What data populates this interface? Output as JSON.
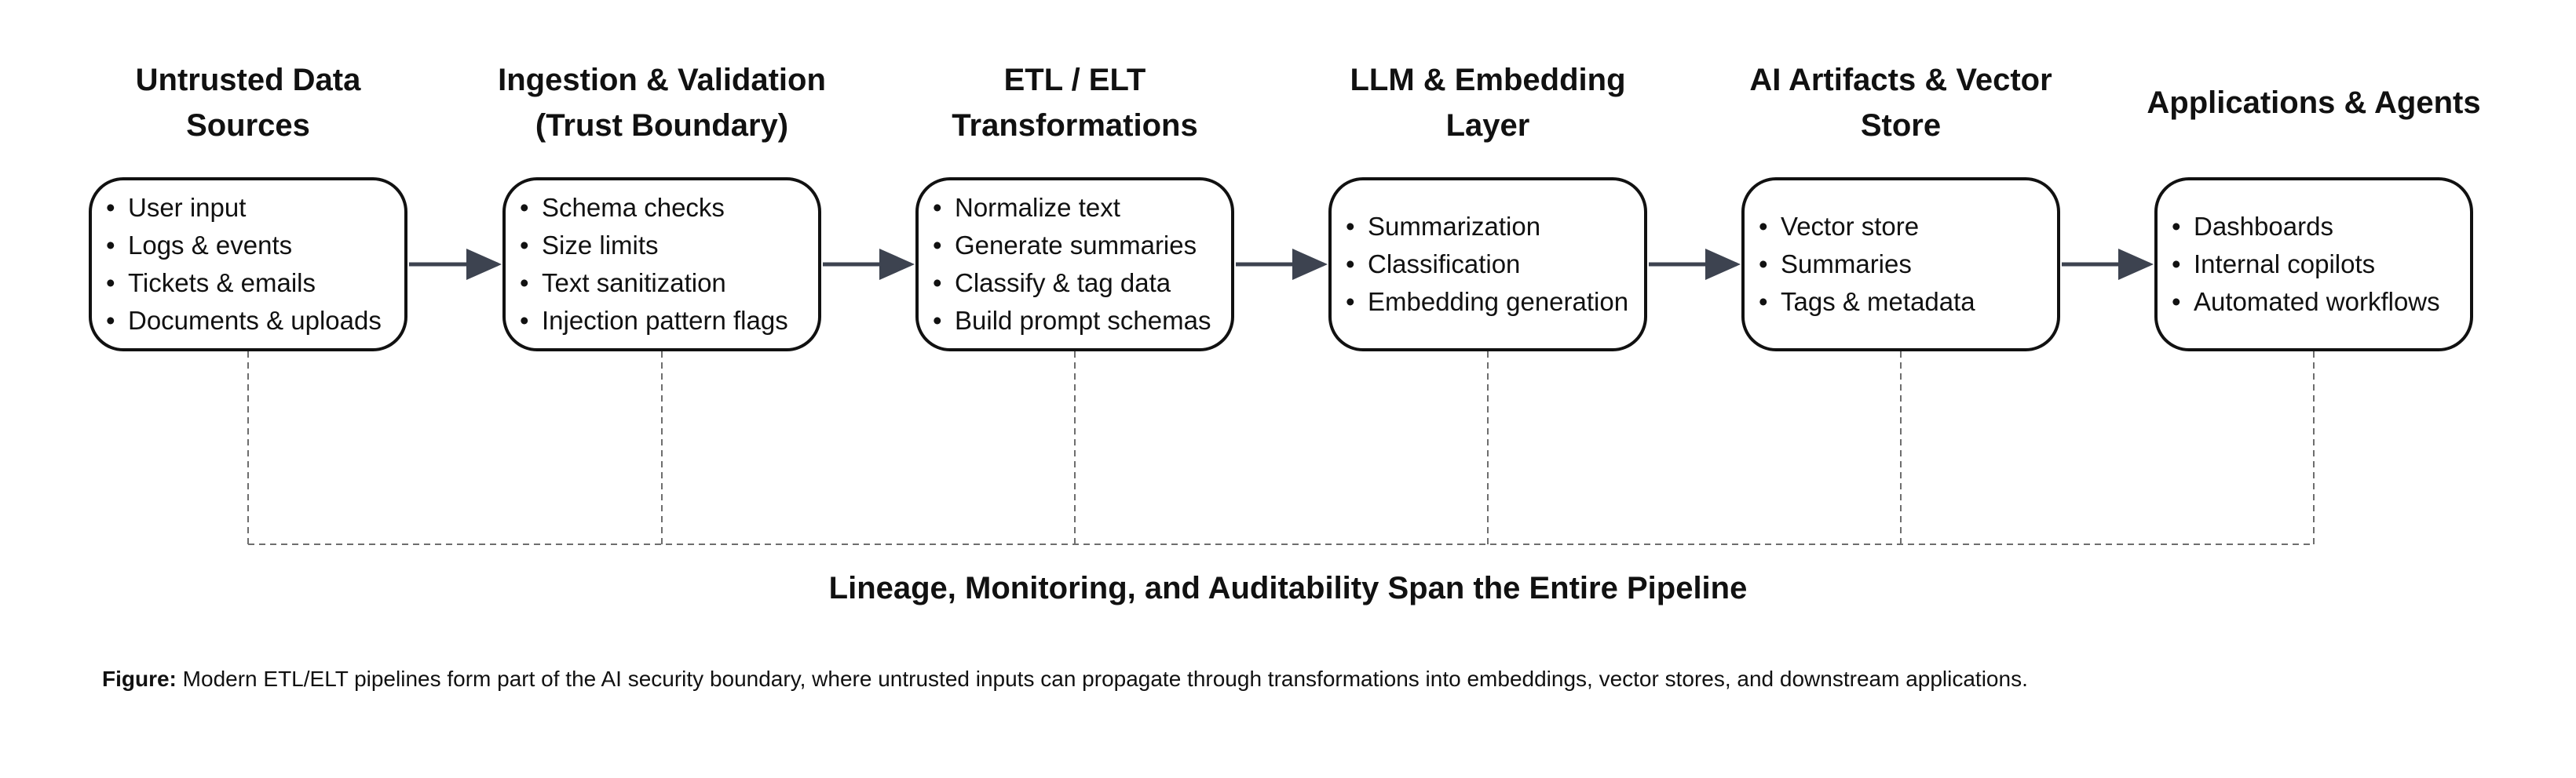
{
  "stages": [
    {
      "id": "sources",
      "title": "Untrusted Data\nSources",
      "items": [
        "User input",
        "Logs & events",
        "Tickets & emails",
        "Documents & uploads"
      ]
    },
    {
      "id": "ingestion",
      "title": "Ingestion & Validation\n(Trust Boundary)",
      "items": [
        "Schema checks",
        "Size limits",
        "Text sanitization",
        "Injection pattern flags"
      ]
    },
    {
      "id": "etl",
      "title": "ETL / ELT\nTransformations",
      "items": [
        "Normalize text",
        "Generate summaries",
        "Classify & tag data",
        "Build prompt schemas"
      ]
    },
    {
      "id": "llm",
      "title": "LLM & Embedding\nLayer",
      "items": [
        "Summarization",
        "Classification",
        "Embedding generation"
      ]
    },
    {
      "id": "artifacts",
      "title": "AI Artifacts & Vector\nStore",
      "items": [
        "Vector store",
        "Summaries",
        "Tags & metadata"
      ]
    },
    {
      "id": "apps",
      "title": "Applications & Agents",
      "items": [
        "Dashboards",
        "Internal copilots",
        "Automated workflows"
      ]
    }
  ],
  "footer_title": "Lineage, Monitoring, and Auditability Span the Entire Pipeline",
  "caption": {
    "label": "Figure:",
    "text": " Modern ETL/ELT pipelines form part of the AI security boundary, where untrusted inputs can propagate through transformations into embeddings, vector stores, and downstream applications."
  },
  "colors": {
    "arrow": "#3d4350",
    "box_border": "#111111",
    "dashed_line": "#6e6e6e"
  }
}
